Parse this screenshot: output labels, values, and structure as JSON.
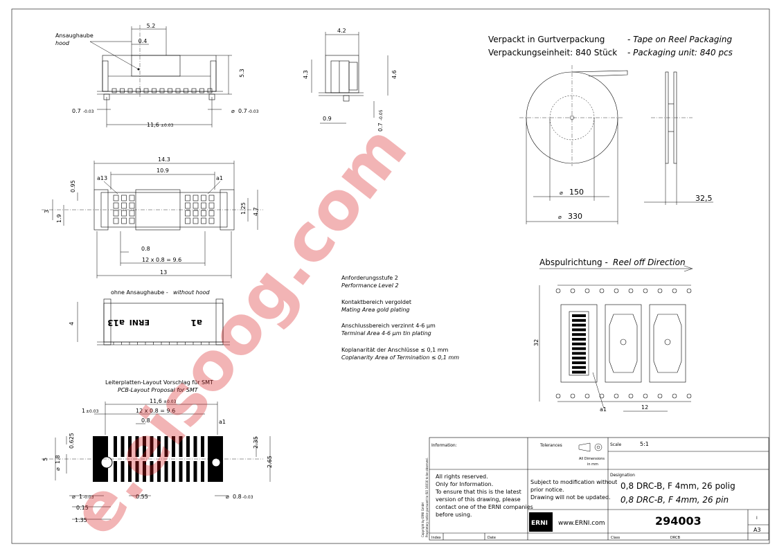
{
  "drawing": {
    "side_view": {
      "label_de": "Ansaughaube",
      "label_en": "hood",
      "dims": [
        "5.2",
        "0.4",
        "5.3",
        "0.7",
        "-0.03",
        "0.7",
        "-0.03",
        "11,6",
        "±0.03"
      ]
    },
    "end_view": {
      "dims": [
        "4.2",
        "4.3",
        "4.6",
        "0.9",
        "0.7",
        "-0.05"
      ]
    },
    "top_view": {
      "dims": [
        "14.3",
        "10.9",
        "0.95",
        "3",
        "1.9",
        "1.25",
        "4.7",
        "0.8",
        "12 x 0.8 = 9.6",
        "13"
      ],
      "pin_left": "a13",
      "pin_right": "a1"
    },
    "no_hood_view": {
      "title_de": "ohne Ansaughaube - ",
      "title_en": "without hood",
      "dim": "4",
      "marking": [
        "a13",
        "ERNI",
        "a1"
      ]
    },
    "pcb": {
      "title_de": "Leiterplatten-Layout Vorschlag für SMT",
      "title_en": "PCB-Layout Proposal for SMT",
      "dims": [
        "11,6",
        "±0.03",
        "1",
        "±0.03",
        "12 x 0.8 = 9.6",
        "0.8",
        "a1",
        "0.625",
        "5",
        "1.8",
        "2.35",
        "2.65",
        "1",
        "-0.03",
        "0.55",
        "0.8",
        "-0.03",
        "0.15",
        "1.35"
      ]
    },
    "notes": [
      {
        "de": "Anforderungsstufe 2",
        "en": "Performance Level 2"
      },
      {
        "de": "Kontaktbereich vergoldet",
        "en": "Mating Area gold plating"
      },
      {
        "de": "Anschlussbereich verzinnt 4-6 µm",
        "en": "Terminal Area 4-6 µm tin plating"
      },
      {
        "de": "Koplanarität der Anschlüsse ≤ 0,1 mm",
        "en": "Coplanarity Area of Termination ≤ 0,1 mm"
      }
    ],
    "reel": {
      "line1_de": "Verpackt in Gurtverpackung",
      "line1_en": "- Tape on Reel Packaging",
      "line2_de": "Verpackungseinheit: 840 Stück",
      "line2_en": "- Packaging unit: 840 pcs",
      "d_inner": "150",
      "d_outer": "330",
      "width": "32,5"
    },
    "tape": {
      "title_de": "Abspulrichtung - ",
      "title_en": "Reel off Direction",
      "height": "32",
      "pitch": "12",
      "pin": "a1"
    },
    "title_block": {
      "information_label": "Information:",
      "tolerances_label": "Tolerances",
      "all_dimensions": "All Dimensions",
      "in_mm": "in mm",
      "scale_label": "Scale",
      "scale_value": "5:1",
      "designation_label": "Designation",
      "designation_de": "0,8 DRC-B, F 4mm, 26 polig",
      "designation_en": "0,8 DRC-B, F 4mm, 26 pin",
      "rights": [
        "All rights reserved.",
        "Only for Information.",
        "To ensure that this is the latest",
        "version of this drawing, please",
        "contact one of the ERNI companies",
        "before using."
      ],
      "subject": [
        "Subject to modification without",
        "prior notice.",
        "Drawing will not be updated."
      ],
      "logo": "ERNI",
      "website": "www.ERNI.com",
      "part_number": "294003",
      "revision": "I",
      "format": "A3",
      "index_label": "Index",
      "date_label": "Date",
      "class_label": "Class",
      "class_value": "DRCB",
      "copyright_1": "Copyright by ERNI GmbH",
      "copyright_2": "Proprietary notice pursuant to ISO 16016 to be observed."
    },
    "watermark": "e.eisoog.com"
  }
}
